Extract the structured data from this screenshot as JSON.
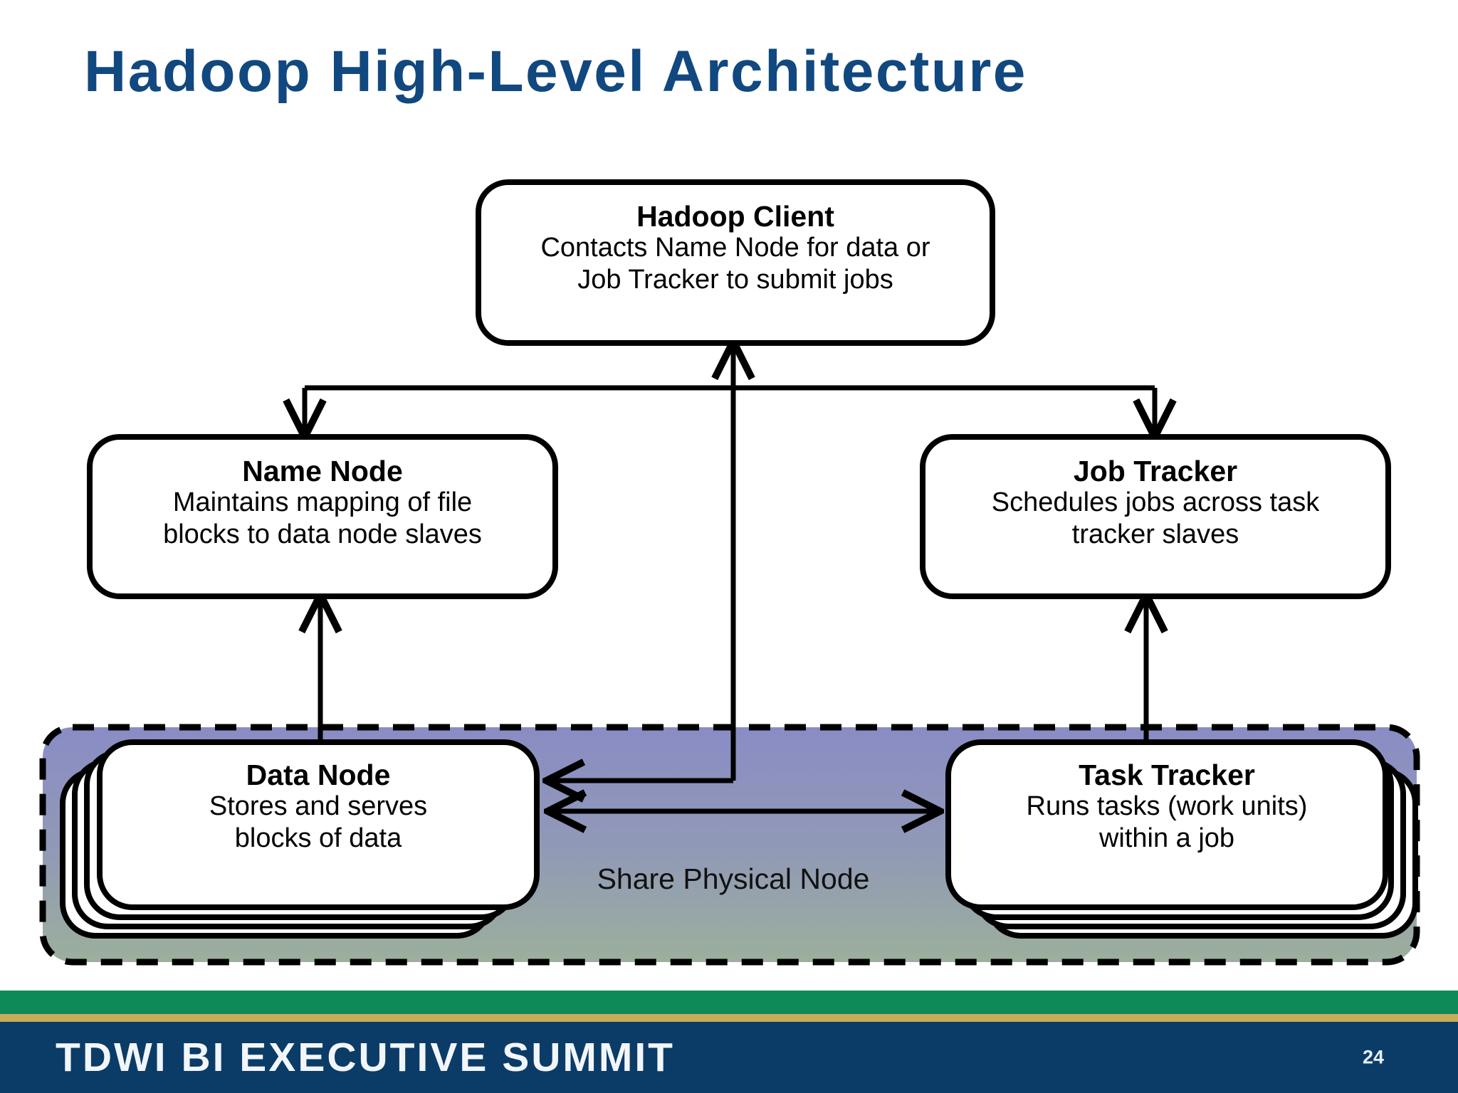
{
  "slide": {
    "title": "Hadoop High-Level Architecture",
    "title_color": "#11487F",
    "background_color": "#FFFFFF"
  },
  "diagram": {
    "type": "block-diagram",
    "nodes": [
      {
        "id": "hadoop-client",
        "title": "Hadoop Client",
        "desc_line1": "Contacts Name Node for data or",
        "desc_line2": "Job Tracker to submit jobs",
        "style": "rounded-rect"
      },
      {
        "id": "name-node",
        "title": "Name Node",
        "desc_line1": "Maintains mapping of file",
        "desc_line2": "blocks to data node slaves",
        "style": "rounded-rect"
      },
      {
        "id": "job-tracker",
        "title": "Job Tracker",
        "desc_line1": "Schedules jobs across task",
        "desc_line2": "tracker slaves",
        "style": "rounded-rect"
      },
      {
        "id": "data-node",
        "title": "Data Node",
        "desc_line1": "Stores and serves",
        "desc_line2": "blocks of data",
        "style": "stacked-rounded-rect"
      },
      {
        "id": "task-tracker",
        "title": "Task Tracker",
        "desc_line1": "Runs tasks (work units)",
        "desc_line2": "within a job",
        "style": "stacked-rounded-rect"
      }
    ],
    "group": {
      "id": "share-physical-node",
      "label": "Share Physical Node",
      "border_style": "dashed",
      "gradient_top_color": "#8A8CC4",
      "gradient_bottom_color": "#9CAF9C"
    },
    "connectors": [
      {
        "from": "data-node",
        "to": "hadoop-client",
        "direction": "one-way"
      },
      {
        "from": "hadoop-client",
        "to": "name-node",
        "direction": "one-way"
      },
      {
        "from": "hadoop-client",
        "to": "job-tracker",
        "direction": "one-way"
      },
      {
        "from": "data-node",
        "to": "name-node",
        "direction": "one-way"
      },
      {
        "from": "task-tracker",
        "to": "job-tracker",
        "direction": "one-way"
      },
      {
        "from": "data-node",
        "to": "task-tracker",
        "direction": "two-way"
      }
    ]
  },
  "footer": {
    "brand": "TDWI BI EXECUTIVE SUMMIT",
    "page_number": "24",
    "green_color": "#0E8A56",
    "gold_color": "#C9AC5A",
    "navy_color": "#0B3C67"
  }
}
